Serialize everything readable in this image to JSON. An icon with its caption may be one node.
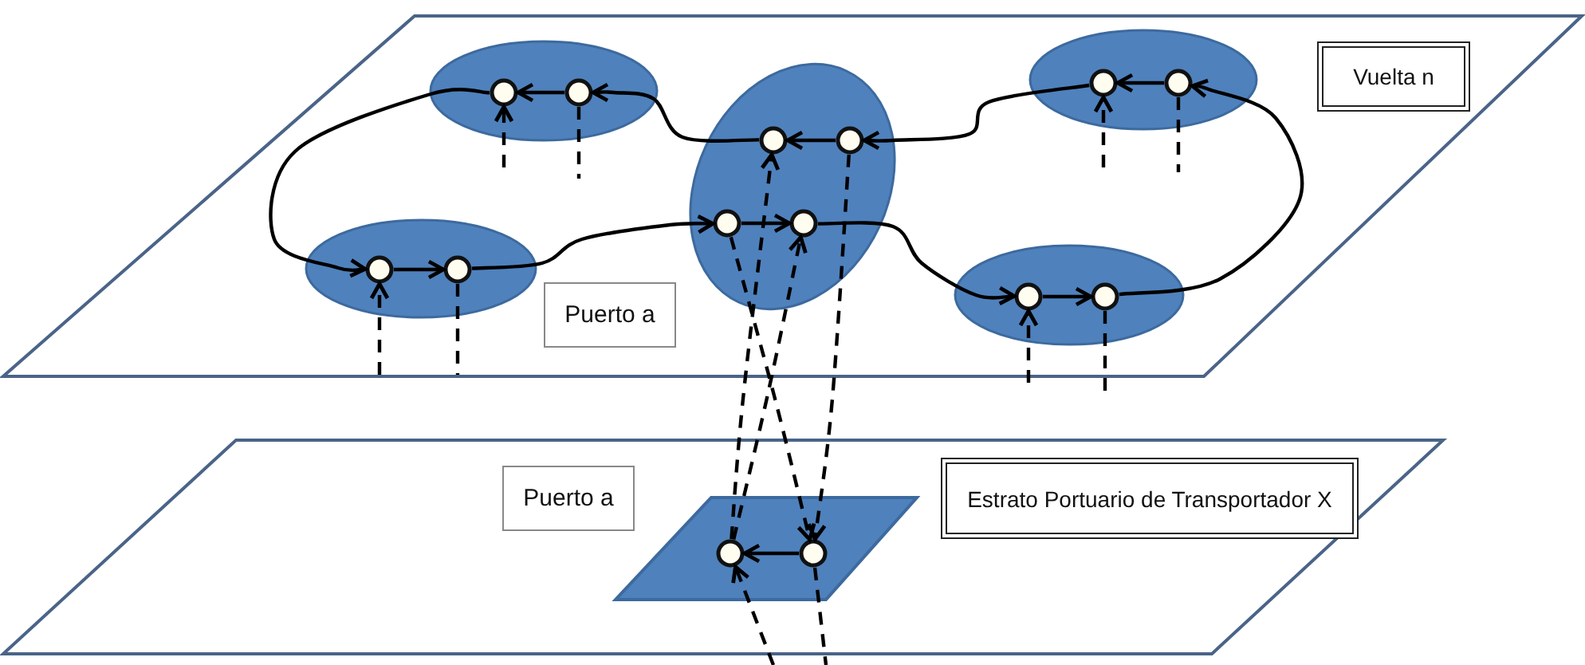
{
  "diagram": {
    "nodes": [
      {
        "text": [],
        "shape": "parallelogram"
      },
      {
        "text": [],
        "shape": "ellipse",
        "in": 0
      },
      {
        "text": [],
        "shape": "circle",
        "in": 1
      },
      {
        "text": [],
        "shape": "circle",
        "in": 1
      },
      {
        "text": [],
        "shape": "ellipse",
        "in": 0
      },
      {
        "text": [],
        "shape": "circle",
        "in": 4
      },
      {
        "text": [],
        "shape": "circle",
        "in": 4
      },
      {
        "text": [],
        "shape": "circle",
        "in": 4
      },
      {
        "text": [],
        "shape": "circle",
        "in": 4
      },
      {
        "text": [],
        "shape": "ellipse",
        "in": 0
      },
      {
        "text": [],
        "shape": "circle",
        "in": 9
      },
      {
        "text": [],
        "shape": "circle",
        "in": 9
      },
      {
        "text": [
          "Vuelta n"
        ],
        "in": 0
      },
      {
        "text": [],
        "shape": "ellipse",
        "in": 0
      },
      {
        "text": [],
        "shape": "circle",
        "in": 13
      },
      {
        "text": [],
        "shape": "circle",
        "in": 13
      },
      {
        "text": [
          "Puerto a"
        ],
        "in": 0
      },
      {
        "text": [],
        "shape": "ellipse",
        "in": 0
      },
      {
        "text": [],
        "shape": "circle",
        "in": 17
      },
      {
        "text": [],
        "shape": "circle",
        "in": 17
      },
      {
        "text": [],
        "shape": "parallelogram"
      },
      {
        "text": [
          "Puerto a"
        ],
        "in": 20
      },
      {
        "text": [],
        "shape": "parallelogram",
        "in": 20
      },
      {
        "text": [],
        "shape": "circle",
        "in": 22
      },
      {
        "text": [],
        "shape": "circle",
        "in": 22
      },
      {
        "text": [
          "Estrato Portuario de Transportador X"
        ],
        "in": 20
      }
    ],
    "edges": [
      {
        "from": 14,
        "to": 15,
        "arrow": "to"
      },
      {
        "from": 15,
        "to": 7,
        "arrow": "to"
      },
      {
        "from": 7,
        "to": 8,
        "arrow": "to"
      },
      {
        "from": 8,
        "to": 18,
        "arrow": "to"
      },
      {
        "from": 18,
        "to": 19,
        "arrow": "to"
      },
      {
        "from": 19,
        "to": 11,
        "arrow": "to"
      },
      {
        "from": 11,
        "to": 10,
        "arrow": "to"
      },
      {
        "from": 10,
        "to": 6,
        "arrow": "to"
      },
      {
        "from": 6,
        "to": 5,
        "arrow": "to"
      },
      {
        "from": 5,
        "to": 3,
        "arrow": "to"
      },
      {
        "from": 3,
        "to": 2,
        "arrow": "to"
      },
      {
        "from": 2,
        "to": 14,
        "arrow": "to"
      },
      {
        "from": null,
        "to": 2,
        "arrow": "to",
        "style": "dashed"
      },
      {
        "from": 3,
        "to": null,
        "arrow": "none",
        "style": "dashed"
      },
      {
        "from": null,
        "to": 14,
        "arrow": "to",
        "style": "dashed"
      },
      {
        "from": 15,
        "to": null,
        "arrow": "none",
        "style": "dashed"
      },
      {
        "from": null,
        "to": 10,
        "arrow": "to",
        "style": "dashed"
      },
      {
        "from": 11,
        "to": null,
        "arrow": "none",
        "style": "dashed"
      },
      {
        "from": null,
        "to": 18,
        "arrow": "to",
        "style": "dashed"
      },
      {
        "from": 19,
        "to": null,
        "arrow": "none",
        "style": "dashed"
      },
      {
        "from": 23,
        "to": 5,
        "arrow": "to",
        "style": "dashed"
      },
      {
        "from": 23,
        "to": 8,
        "arrow": "to",
        "style": "dashed"
      },
      {
        "from": 7,
        "to": 24,
        "arrow": "to",
        "style": "dashed"
      },
      {
        "from": 6,
        "to": 24,
        "arrow": "to",
        "style": "dashed"
      },
      {
        "from": 24,
        "to": 23,
        "arrow": "to"
      },
      {
        "from": null,
        "to": 23,
        "arrow": "to",
        "style": "dashed"
      },
      {
        "from": 24,
        "to": null,
        "arrow": "none",
        "style": "dashed"
      }
    ]
  }
}
